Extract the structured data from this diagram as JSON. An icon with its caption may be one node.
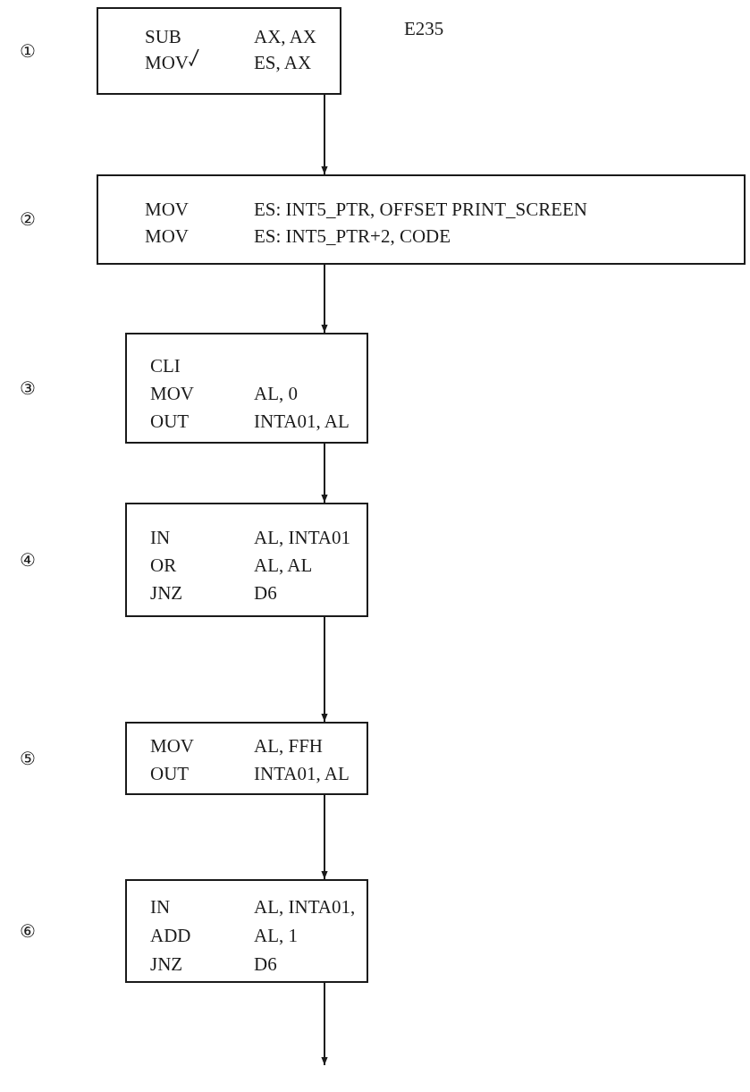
{
  "diagram": {
    "nodes": [
      {
        "text": [
          "SUB",
          "AX, AX",
          "MOV",
          "ES, AX"
        ]
      },
      {
        "text": [
          "MOV",
          "ES: INT5_PTR, OFFSET PRINT_SCREEN",
          "MOV",
          "ES: INT5_PTR+2, CODE"
        ]
      },
      {
        "text": [
          "CLI",
          "MOV",
          "AL, 0",
          "OUT",
          "INTA01, AL"
        ]
      },
      {
        "text": [
          "IN",
          "AL, INTA01",
          "OR",
          "AL, AL",
          "JNZ",
          "D6"
        ]
      },
      {
        "text": [
          "MOV",
          "AL, FFH",
          "OUT",
          "INTA01, AL"
        ]
      },
      {
        "text": [
          "IN",
          "AL, INTA01,",
          "ADD",
          "AL, 1",
          "JNZ",
          "D6"
        ]
      }
    ],
    "edges": [
      {
        "from": 0,
        "to": 1,
        "arrow": "to"
      },
      {
        "from": 1,
        "to": 2,
        "arrow": "to"
      },
      {
        "from": 2,
        "to": 3,
        "arrow": "to"
      },
      {
        "from": 3,
        "to": 4,
        "arrow": "to"
      },
      {
        "from": 4,
        "to": 5,
        "arrow": "to"
      },
      {
        "from": 5,
        "to": null,
        "arrow": "to"
      }
    ],
    "labels": [
      "①",
      "E235",
      "②",
      "③",
      "④",
      "⑤",
      "⑥"
    ]
  }
}
